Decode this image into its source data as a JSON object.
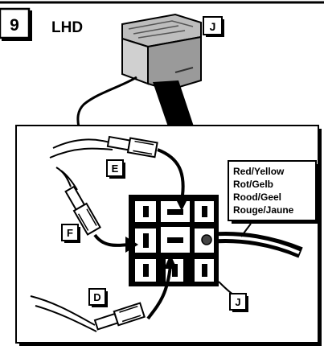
{
  "header": {
    "step_number": "9",
    "variant_label": "LHD"
  },
  "relay_label": "J",
  "wire_color_lines": [
    "Red/Yellow",
    "Rot/Gelb",
    "Rood/Geel",
    "Rouge/Jaune"
  ],
  "callouts": {
    "e": "E",
    "f": "F",
    "d": "D",
    "j_socket": "J"
  },
  "colors": {
    "ink": "#000000",
    "background": "#ffffff",
    "relay_top": "#bdbdbd",
    "relay_side": "#9a9a9a",
    "relay_front": "#d0d0d0",
    "tag_shadow": "#000000"
  },
  "icons": {
    "relay": "relay-icon",
    "socket": "relay-socket-icon",
    "terminal": "spade-terminal-icon"
  }
}
